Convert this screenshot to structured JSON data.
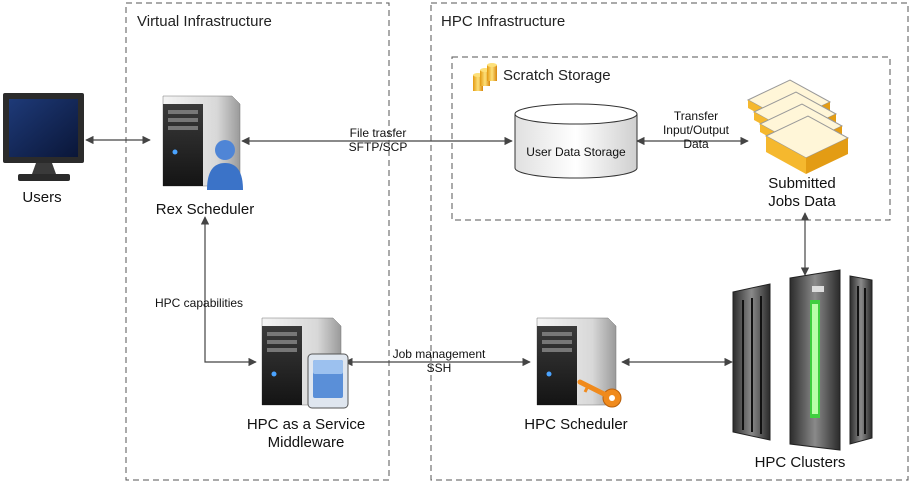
{
  "zones": {
    "virtual": "Virtual Infrastructure",
    "hpc": "HPC Infrastructure",
    "scratch": "Scratch Storage"
  },
  "nodes": {
    "users": "Users",
    "rex": "Rex Scheduler",
    "middleware_line1": "HPC as a Service",
    "middleware_line2": "Middleware",
    "storage": "User Data Storage",
    "jobs_line1": "Submitted",
    "jobs_line2": "Jobs Data",
    "hpc_scheduler": "HPC Scheduler",
    "clusters": "HPC Clusters"
  },
  "edges": {
    "file_transfer_line1": "File trasfer",
    "file_transfer_line2": "SFTP/SCP",
    "transfer_line1": "Transfer",
    "transfer_line2": "Input/Output",
    "transfer_line3": "Data",
    "capabilities": "HPC capabilities",
    "job_mgmt_line1": "Job management",
    "job_mgmt_line2": "SSH"
  },
  "icons": {
    "users": "desktop-monitor-icon",
    "rex": "server-with-user-icon",
    "middleware": "server-with-app-icon",
    "scheduler": "server-with-key-icon",
    "scratch": "database-stack-icon",
    "storage": "database-cylinder-icon",
    "jobs": "stacked-files-icon",
    "clusters": "supercomputer-rack-icon"
  },
  "colors": {
    "border": "#555555",
    "arrow": "#444444",
    "server_dark": "#2a2a2a",
    "server_light": "#e8e8e8",
    "user_blue": "#3b73c8",
    "key_orange": "#f08a1c",
    "folder_yellow": "#f5b82e",
    "cluster_green": "#3fcf3f"
  }
}
